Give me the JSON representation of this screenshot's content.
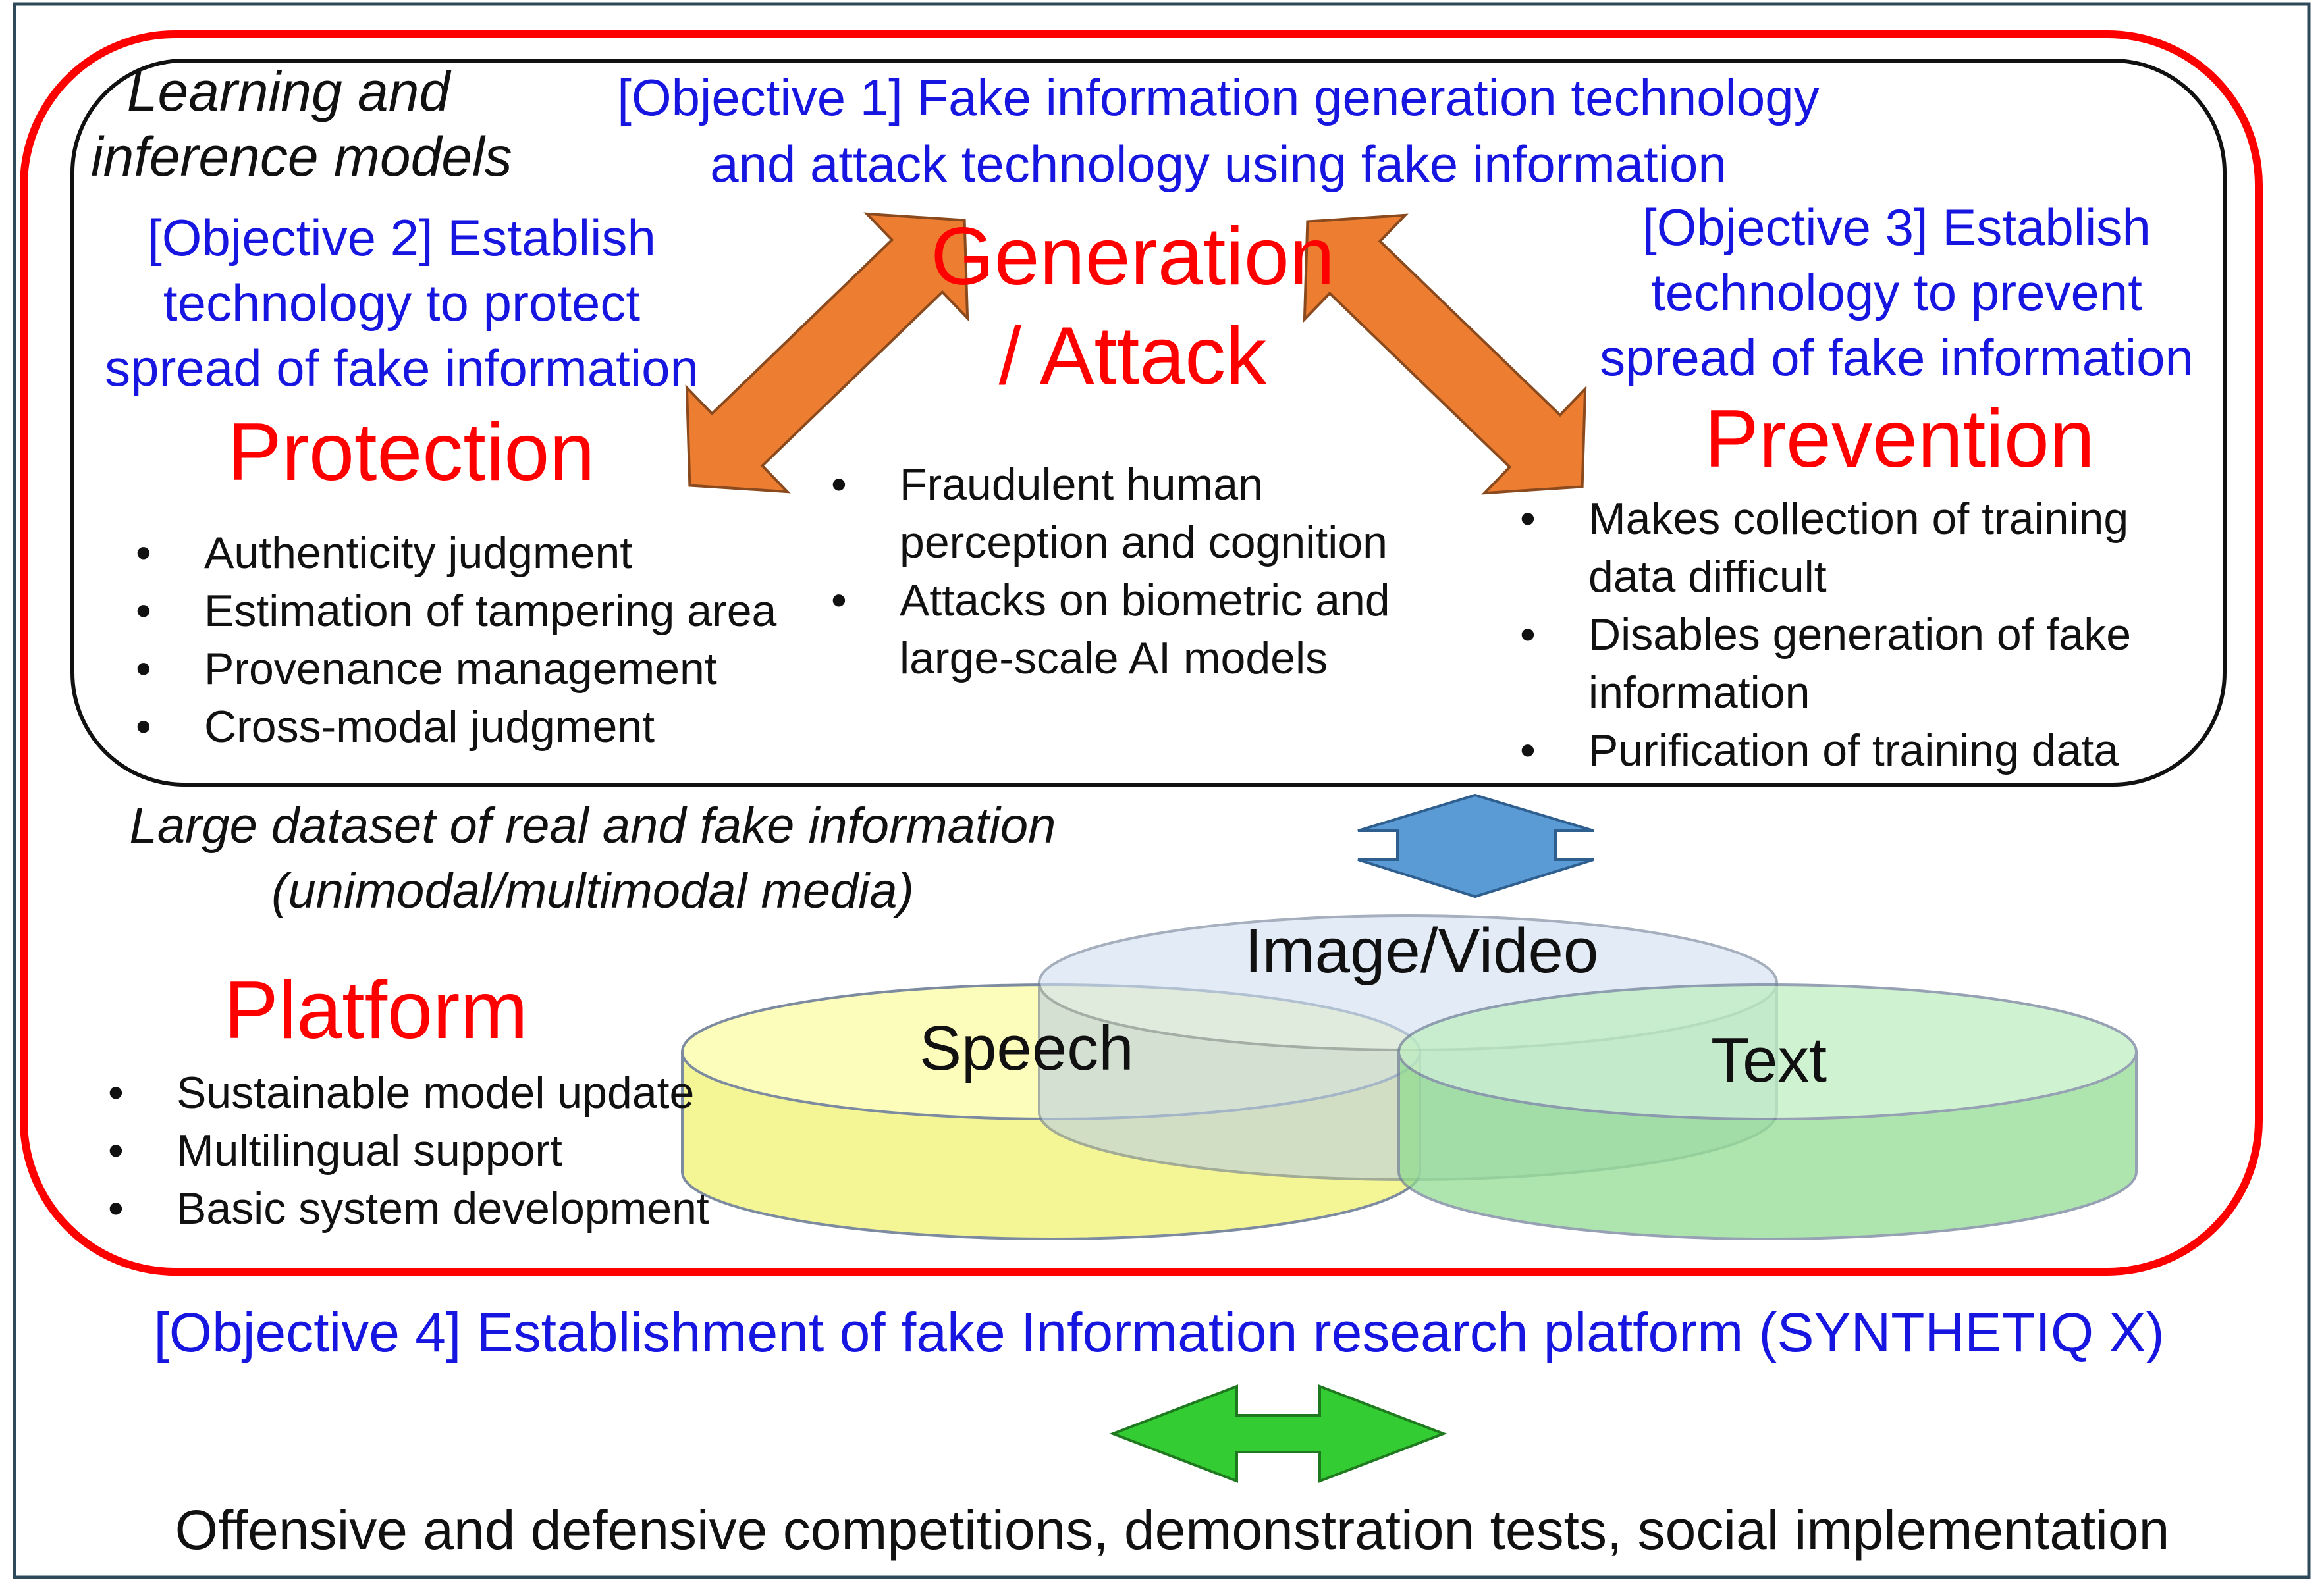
{
  "labels": {
    "models": "Learning and\ninference models",
    "objective1": "[Objective 1] Fake information generation technology\nand attack technology using fake information",
    "objective2": "[Objective 2] Establish\ntechnology to protect\nspread of fake information",
    "objective3": "[Objective 3] Establish\ntechnology to prevent\nspread of fake information",
    "generation": "Generation\n/ Attack",
    "protection": "Protection",
    "prevention": "Prevention",
    "dataset": "Large dataset of real and fake information\n(unimodal/multimodal media)",
    "platform": "Platform",
    "objective4": "[Objective 4] Establishment of fake Information research platform (SYNTHETIQ X)",
    "outcome": "Offensive and defensive competitions, demonstration tests, social implementation"
  },
  "protection_items": [
    "Authenticity judgment",
    "Estimation of tampering area",
    "Provenance management",
    "Cross-modal judgment"
  ],
  "attack_items": [
    "Fraudulent human\nperception and cognition",
    "Attacks on biometric and\nlarge-scale AI models"
  ],
  "prevention_items": [
    "Makes collection of training\ndata difficult",
    "Disables generation of fake\ninformation",
    "Purification of training data"
  ],
  "platform_items": [
    "Sustainable model update",
    "Multilingual support",
    "Basic system development"
  ],
  "media": {
    "image_video": "Image/Video",
    "speech": "Speech",
    "text": "Text"
  },
  "colors": {
    "frame": "#ff0000",
    "arrow_orange": "#ed7d31",
    "arrow_blue": "#5b9bd5",
    "arrow_green": "#33cc33",
    "disk_image": "#dce8f4",
    "disk_speech": "#ffff99",
    "disk_text": "#a8e6a8",
    "objective_text": "#1616e0",
    "heading_text": "#ff0000"
  }
}
